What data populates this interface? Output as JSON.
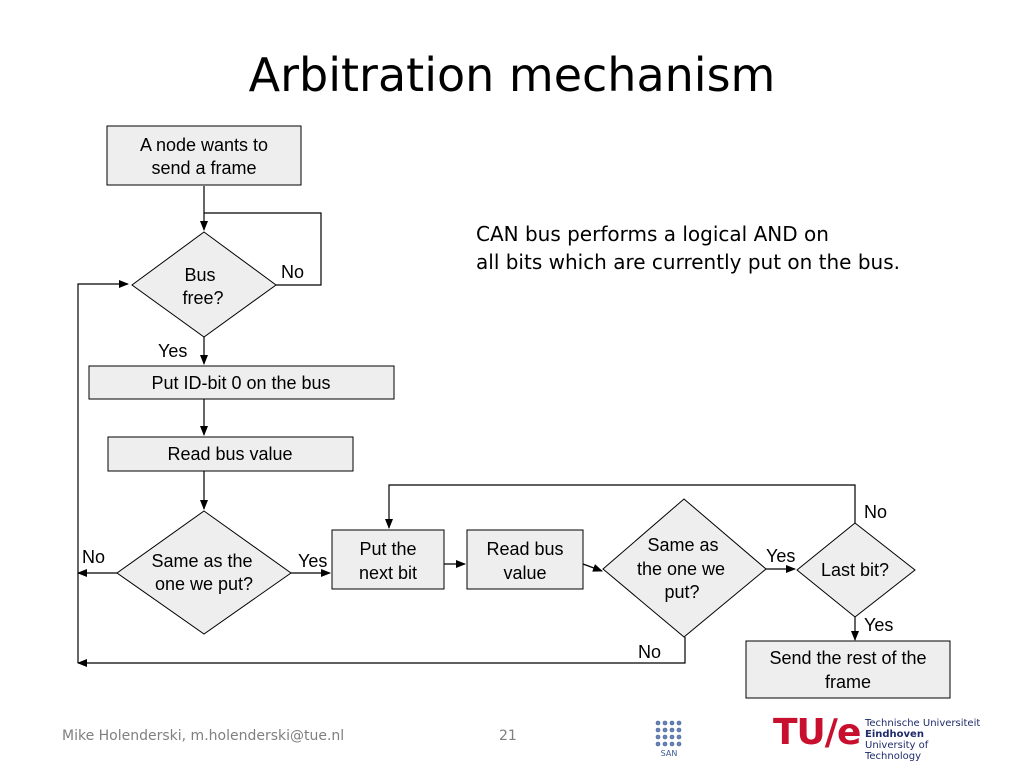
{
  "title": "Arbitration mechanism",
  "note": {
    "line1": "CAN bus performs a logical AND on",
    "line2": "all bits which are currently put on the bus."
  },
  "flowchart": {
    "start_box": [
      "A node wants to",
      "send a frame"
    ],
    "bus_free": [
      "Bus",
      "free?"
    ],
    "bus_free_no": "No",
    "bus_free_yes": "Yes",
    "put_id_bit0": "Put ID-bit 0 on the bus",
    "read_bus_value_1": "Read bus value",
    "same_as_put_1": [
      "Same as the",
      "one we put?"
    ],
    "same1_no": "No",
    "same1_yes": "Yes",
    "put_next_bit": [
      "Put the",
      "next bit"
    ],
    "read_bus_value_2": [
      "Read bus",
      "value"
    ],
    "same_as_put_2": [
      "Same as",
      "the one we",
      "put?"
    ],
    "same2_yes": "Yes",
    "same2_no": "No",
    "last_bit": "Last bit?",
    "last_bit_no": "No",
    "last_bit_yes": "Yes",
    "send_rest": [
      "Send the rest of the",
      "frame"
    ]
  },
  "footer": {
    "author": "Mike Holenderski, m.holenderski@tue.nl",
    "page_number": "21",
    "san_logo_text": "SAN",
    "tue_logo_text": "TU/e",
    "university_lines": [
      "Technische Universiteit",
      "Eindhoven",
      "University of Technology"
    ]
  },
  "colors": {
    "tue_red": "#c8102e",
    "tue_blue": "#1f2a6b",
    "box_fill": "#eeeeee",
    "footer_gray": "#7f7f7f"
  }
}
